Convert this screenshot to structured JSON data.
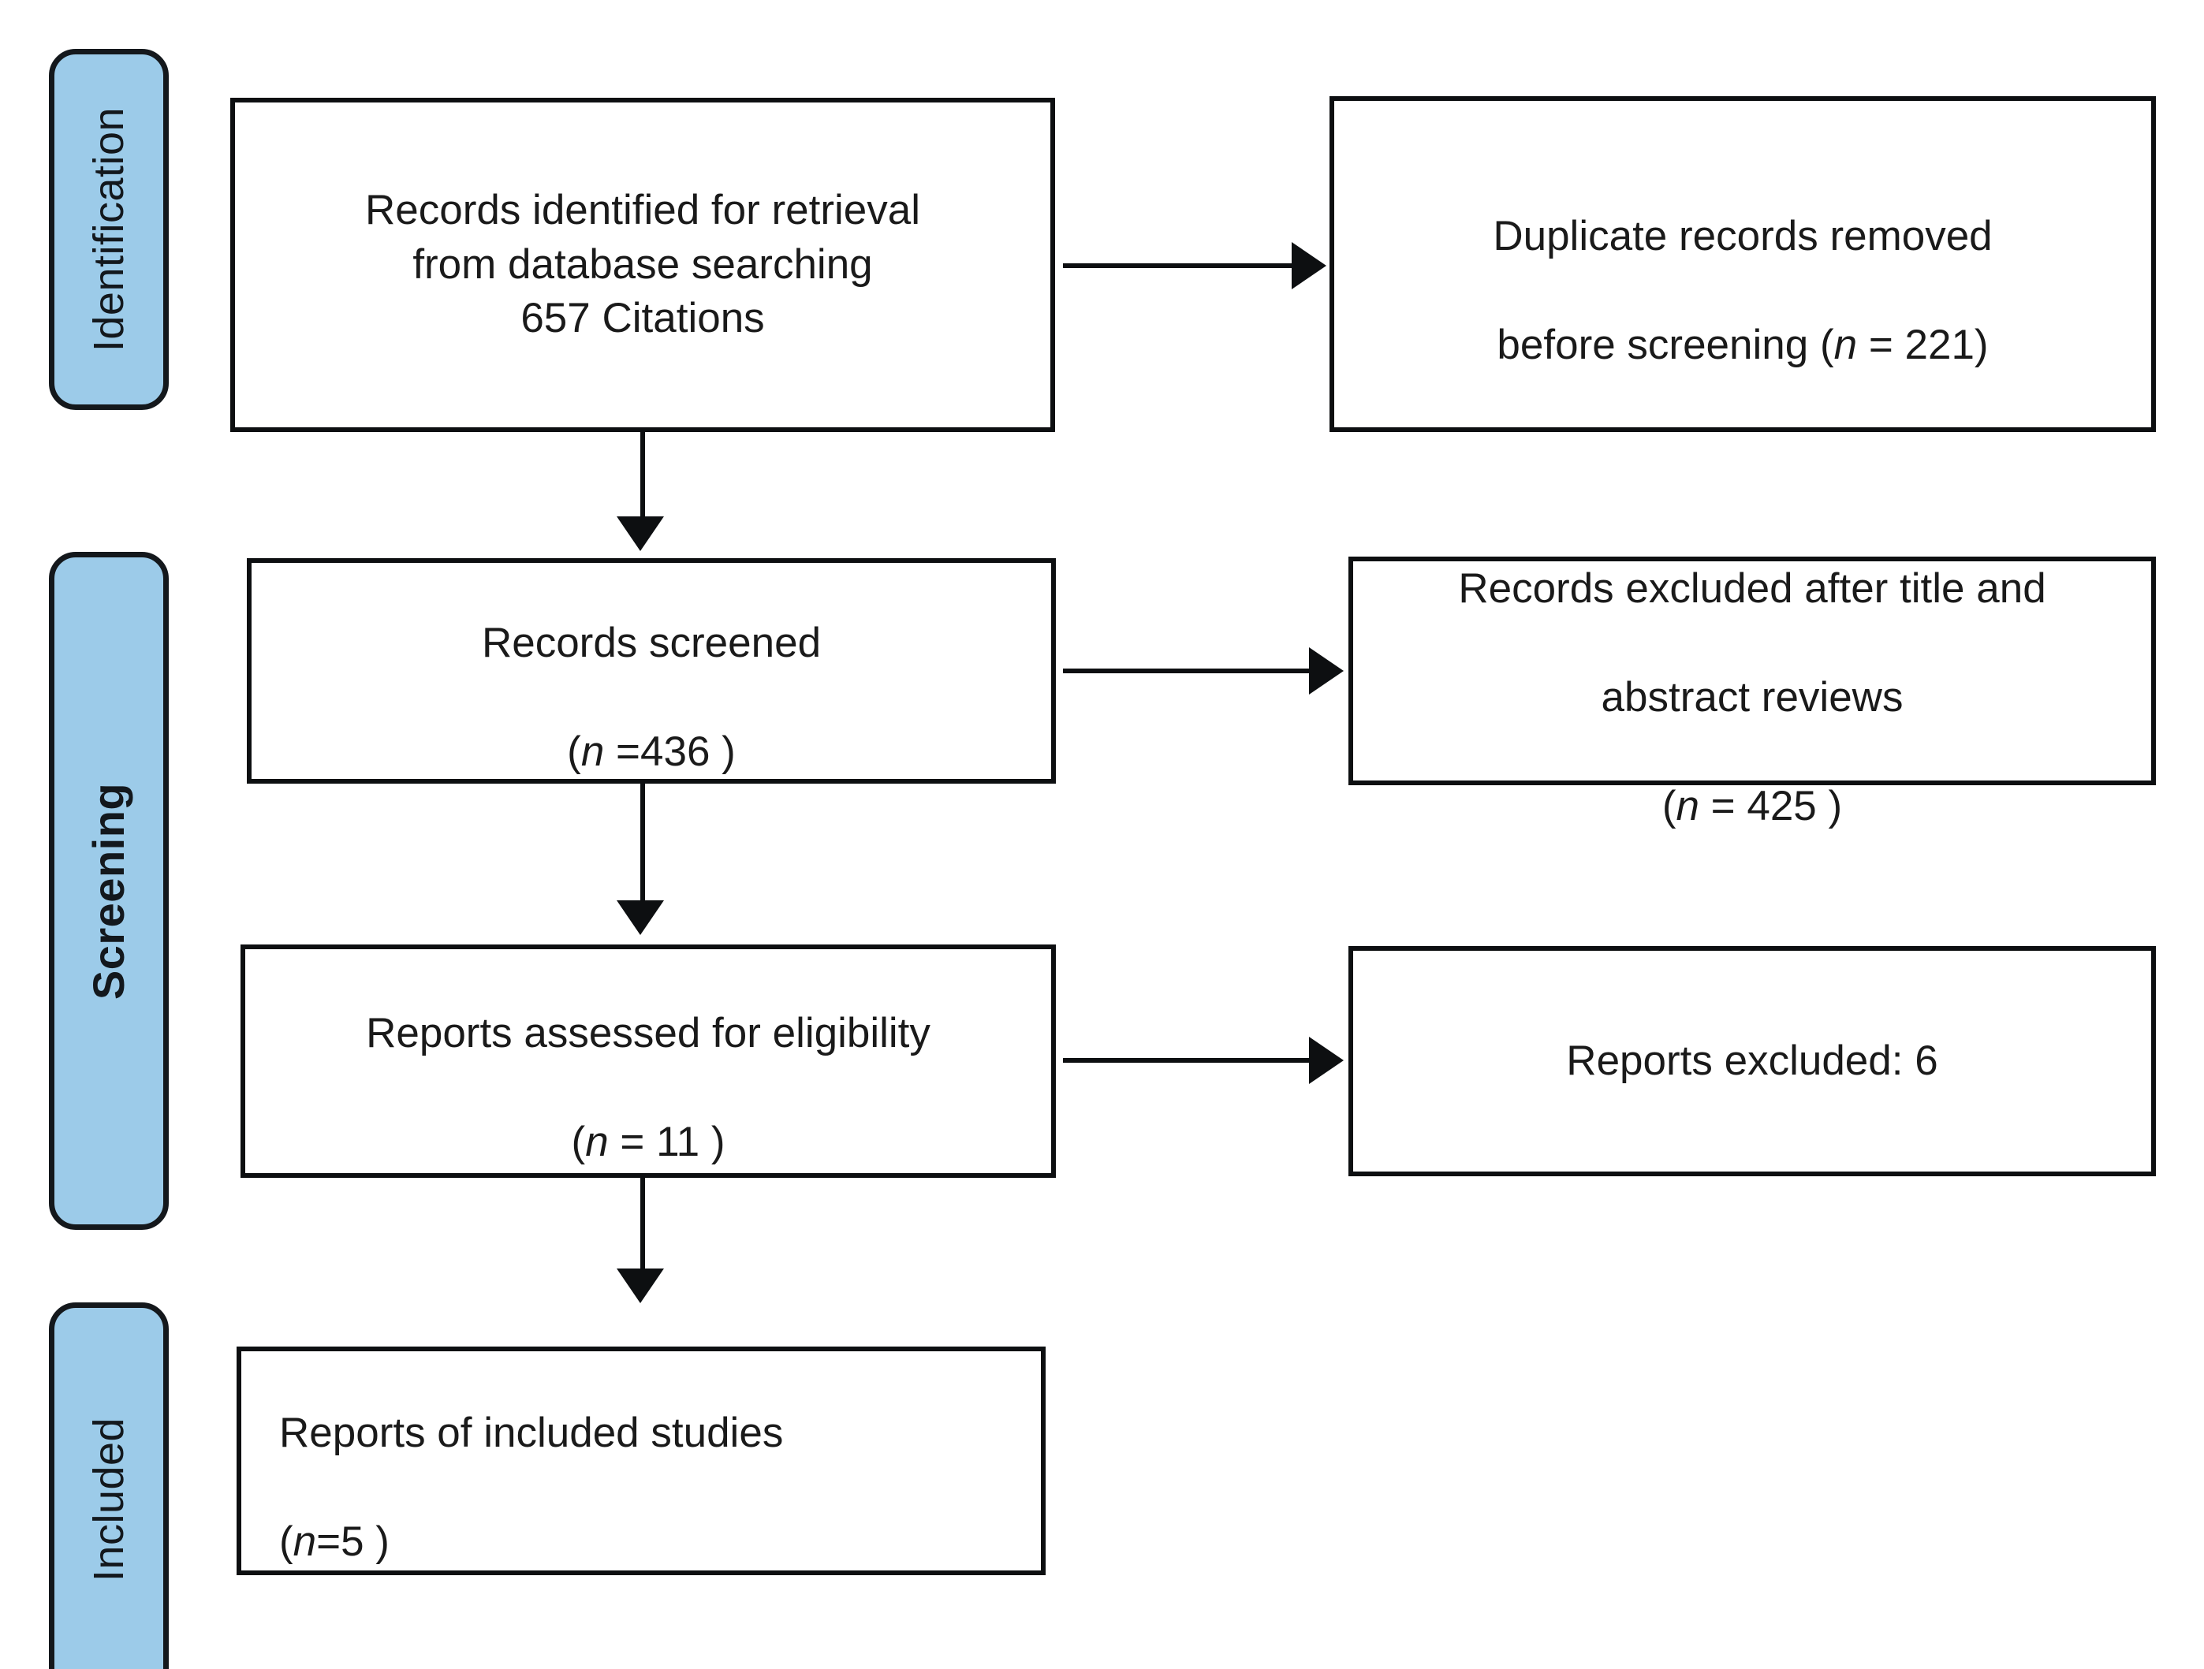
{
  "diagram": {
    "type": "PRISMA flow diagram",
    "stages": [
      {
        "id": "identification",
        "label": "Identification"
      },
      {
        "id": "screening",
        "label": "Screening"
      },
      {
        "id": "included",
        "label": "Included"
      }
    ],
    "boxes": {
      "identified": {
        "text": "Records identified for retrieval\nfrom database searching\n657 Citations",
        "count": 657
      },
      "duplicates": {
        "line1": "Duplicate records removed",
        "line2_prefix": "before screening  (",
        "line2_italic": "n",
        "line2_suffix": " = 221)",
        "count": 221
      },
      "screened": {
        "line1": "Records screened",
        "line2_prefix": "(",
        "line2_italic": "n",
        "line2_suffix": " =436 )",
        "count": 436
      },
      "excluded_title_abstract": {
        "line1": "Records excluded after title and",
        "line2": "abstract reviews",
        "line3_prefix": "(",
        "line3_italic": "n",
        "line3_suffix": " = 425 )",
        "count": 425
      },
      "eligibility": {
        "line1": "Reports assessed for eligibility",
        "line2_prefix": "(",
        "line2_italic": "n",
        "line2_suffix": " = 11 )",
        "count": 11
      },
      "excluded_reports": {
        "text": "Reports excluded: 6",
        "count": 6
      },
      "included_studies": {
        "line1": "Reports of included studies",
        "line2_prefix": "(",
        "line2_italic": "n",
        "line2_suffix": "=5 )",
        "count": 5
      }
    },
    "colors": {
      "pill_fill": "#9CCBE9",
      "pill_border": "#14181c",
      "box_border": "#0d0f11",
      "text": "#1a1a1a",
      "background": "#ffffff"
    },
    "connectors": [
      {
        "id": "identified-to-screened",
        "direction": "down"
      },
      {
        "id": "identified-to-duplicates",
        "direction": "right"
      },
      {
        "id": "screened-to-eligibility",
        "direction": "down"
      },
      {
        "id": "screened-to-excluded-title-abstract",
        "direction": "right"
      },
      {
        "id": "eligibility-to-included",
        "direction": "down"
      },
      {
        "id": "eligibility-to-excluded-reports",
        "direction": "right"
      }
    ]
  }
}
